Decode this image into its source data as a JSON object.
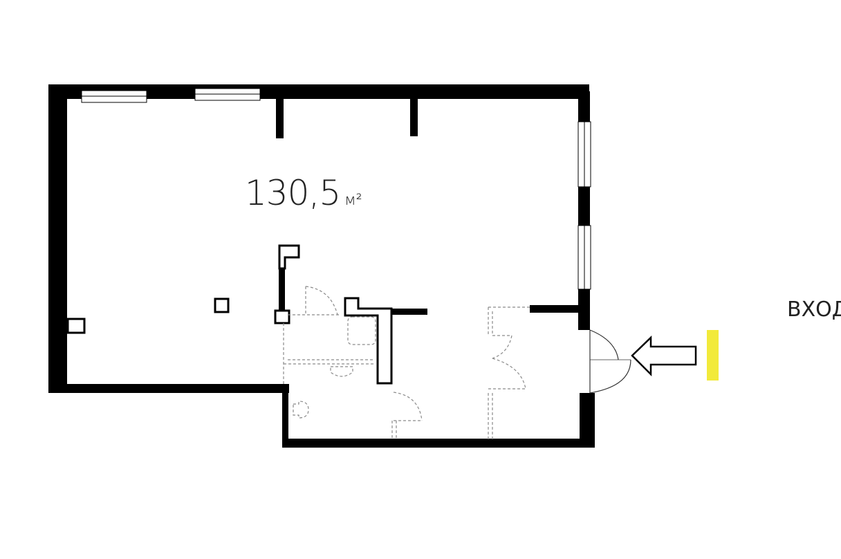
{
  "plan": {
    "area_value": "130,5",
    "area_unit": "м²",
    "entrance_label": "ВХОД"
  },
  "colors": {
    "wall": "#000000",
    "entrance_marker": "#f2ea3a",
    "dashed_fixtures": "#8a8a8a"
  },
  "icons": [
    "entrance-arrow-icon",
    "double-door-icon",
    "toilet-icon",
    "sink-icon",
    "shower-icon"
  ]
}
